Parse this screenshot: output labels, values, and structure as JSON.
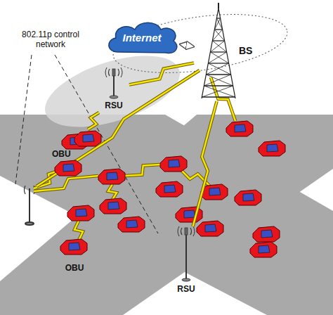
{
  "diagram": {
    "nodes": [
      {
        "text": [
          "Internet"
        ]
      },
      {
        "text": [
          "BS"
        ]
      },
      {
        "text": [
          "RSU"
        ]
      },
      {
        "text": [
          "OBU"
        ]
      },
      {
        "text": [
          "RSU"
        ]
      },
      {
        "text": [
          "OBU"
        ]
      }
    ],
    "edges": [
      {
        "from": 0,
        "to": 1,
        "arrow": "both"
      },
      {
        "from": 1,
        "to": 2,
        "arrow": "none"
      },
      {
        "from": 1,
        "to": 4,
        "arrow": "none"
      },
      {
        "from": 2,
        "to": 3,
        "arrow": "none"
      }
    ],
    "labels": [
      "802.11p control network"
    ]
  }
}
